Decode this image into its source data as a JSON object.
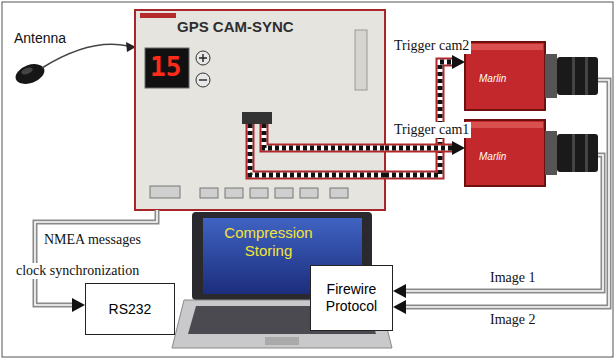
{
  "diagram": {
    "nodes": [
      {
        "text": [
          "GPS CAM-SYNC"
        ]
      },
      {
        "text": [
          "Marlin"
        ]
      },
      {
        "text": [
          "Marlin"
        ]
      },
      {
        "text": [
          "Compression Storing"
        ]
      },
      {
        "text": [
          "RS232"
        ]
      },
      {
        "text": [
          "Firewire Protocol"
        ]
      }
    ],
    "edges": [
      {
        "from": 0,
        "to": 1,
        "arrow": "to",
        "label": "Trigger cam2"
      },
      {
        "from": 0,
        "to": 2,
        "arrow": "to",
        "label": "Trigger cam1"
      },
      {
        "from": 0,
        "to": 4,
        "arrow": "to",
        "label": "NMEA messages"
      },
      {
        "from": 2,
        "to": 5,
        "arrow": "to",
        "label": "Image 1"
      },
      {
        "from": 1,
        "to": 5,
        "arrow": "to",
        "label": "Image 2"
      }
    ],
    "labels": [
      "Antenna",
      "clock synchronization",
      "15"
    ]
  }
}
